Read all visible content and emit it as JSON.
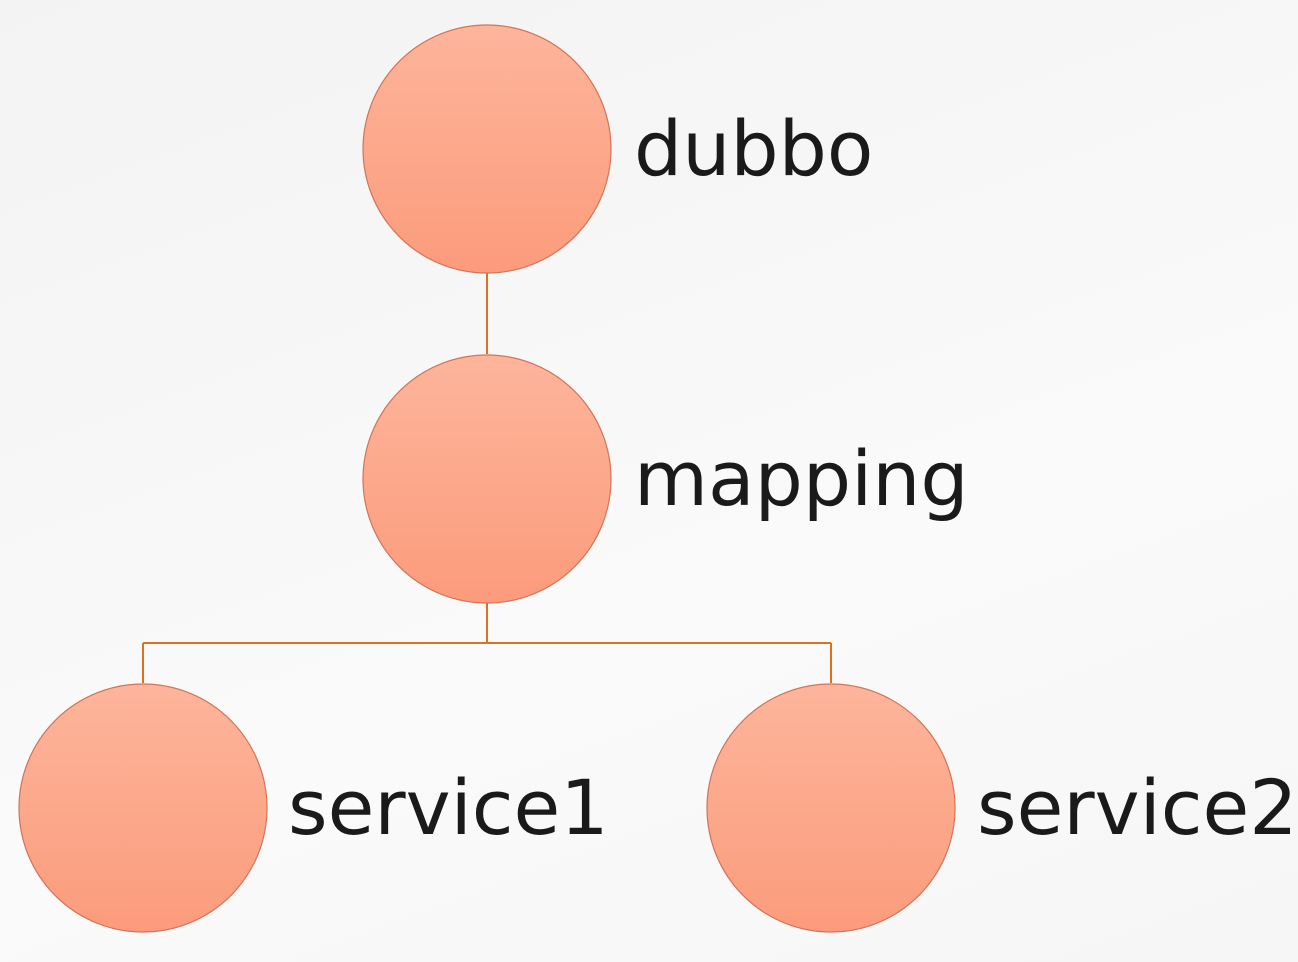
{
  "diagram": {
    "nodes": [
      {
        "id": "dubbo",
        "label": "dubbo"
      },
      {
        "id": "mapping",
        "label": "mapping"
      },
      {
        "id": "service1",
        "label": "service1"
      },
      {
        "id": "service2",
        "label": "service2"
      }
    ],
    "edges": [
      {
        "from": "dubbo",
        "to": "mapping"
      },
      {
        "from": "mapping",
        "to": "service1"
      },
      {
        "from": "mapping",
        "to": "service2"
      }
    ],
    "colors": {
      "node_fill_top": "#fdb59b",
      "node_fill_bottom": "#fc9b7c",
      "node_stroke": "#d27458",
      "connector": "#d9731f",
      "text": "#1a1a1a"
    }
  }
}
